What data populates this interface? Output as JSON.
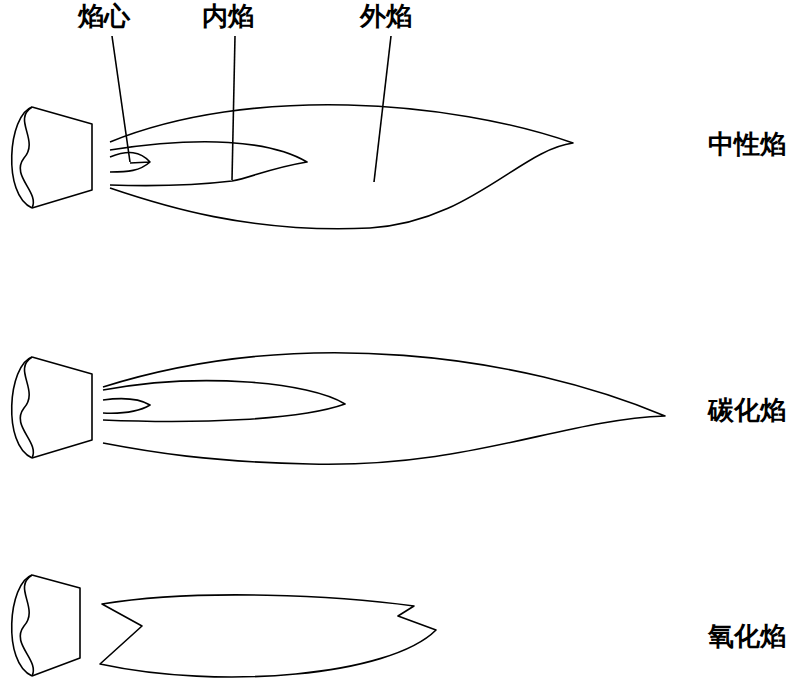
{
  "diagram": {
    "labels": [
      "焰心",
      "内焰",
      "外焰",
      "中性焰",
      "碳化焰",
      "氧化焰"
    ]
  }
}
